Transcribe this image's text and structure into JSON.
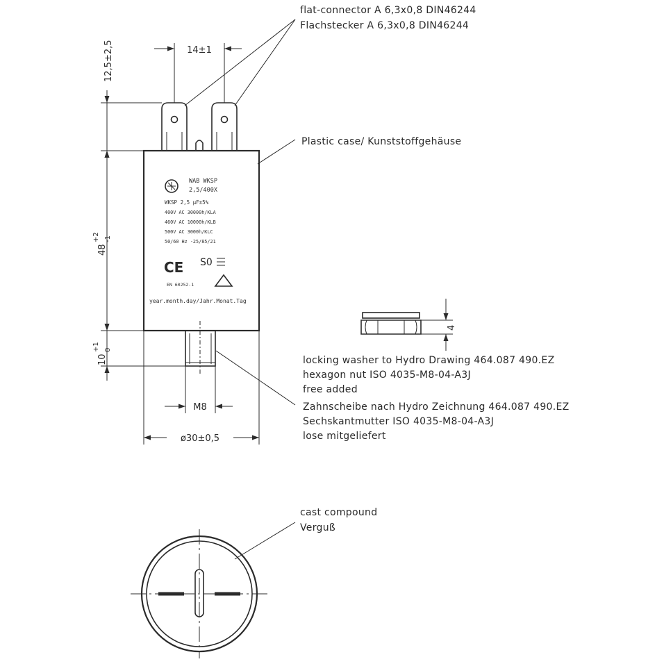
{
  "callouts": {
    "connector_en": "flat-connector A 6,3x0,8 DIN46244",
    "connector_de": "Flachstecker A 6,3x0,8 DIN46244",
    "case": "Plastic case/ Kunststoffgehäuse",
    "washer_en": [
      "locking washer to Hydro Drawing 464.087 490.EZ",
      "hexagon nut ISO 4035-M8-04-A3J",
      "free added"
    ],
    "washer_de": [
      "Zahnscheibe nach Hydro Zeichnung 464.087 490.EZ",
      "Sechskantmutter ISO 4035-M8-04-A3J",
      "lose mitgeliefert"
    ],
    "compound_en": "cast compound",
    "compound_de": "Verguß"
  },
  "dimensions": {
    "terminal_spacing": "14±1",
    "terminal_height": "12,5±2,5",
    "body_height_base": "48",
    "body_height_tol_upper": "+2",
    "body_height_tol_lower": "-1",
    "stud_length_base": "10",
    "stud_length_tol_upper": "+1",
    "stud_length_tol_lower": "0",
    "thread": "M8",
    "diameter": "ø30±0,5",
    "nut_height": "4"
  },
  "label": {
    "lines": [
      "WAB WKSP",
      "2,5/400X",
      "WKSP 2,5 µF±5%",
      "400V AC 30000h/KLA",
      "460V AC 10000h/KLB",
      "500V AC 3000h/KLC",
      "50/60 Hz -25/85/21",
      "EN 60252-1",
      "year.month.day/Jahr.Monat.Tag"
    ],
    "ce_mark": "CE",
    "s0_mark": "S0"
  }
}
